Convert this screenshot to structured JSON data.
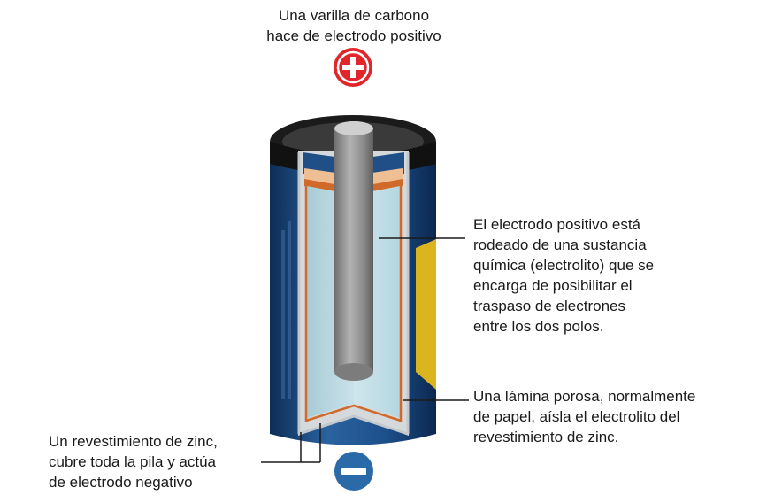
{
  "labels": {
    "positive_rod": [
      "Una varilla de carbono",
      "hace de electrodo positivo"
    ],
    "electrolyte": [
      "El electrodo positivo está",
      "rodeado de una sustancia",
      "química (electrolito) que se",
      "encarga de posibilitar el",
      "traspaso de electrones",
      "entre los dos polos."
    ],
    "separator": [
      "Una lámina porosa, normalmente",
      "de papel, aísla el electrolito del",
      "revestimiento de zinc."
    ],
    "zinc_casing": [
      "Un revestimiento de zinc,",
      "cubre toda la pila y actúa",
      "de electrodo negativo"
    ]
  },
  "symbols": {
    "positive": "+",
    "negative": "−"
  },
  "colors": {
    "positive_terminal": "#e0262a",
    "negative_terminal": "#2a6aa8",
    "casing_blue": "#1f4f86",
    "electrolyte": "#b9dbe6",
    "carbon_rod": "#8c8c8c",
    "separator_orange": "#d06a2a",
    "leader_line": "#1a1a1a"
  }
}
